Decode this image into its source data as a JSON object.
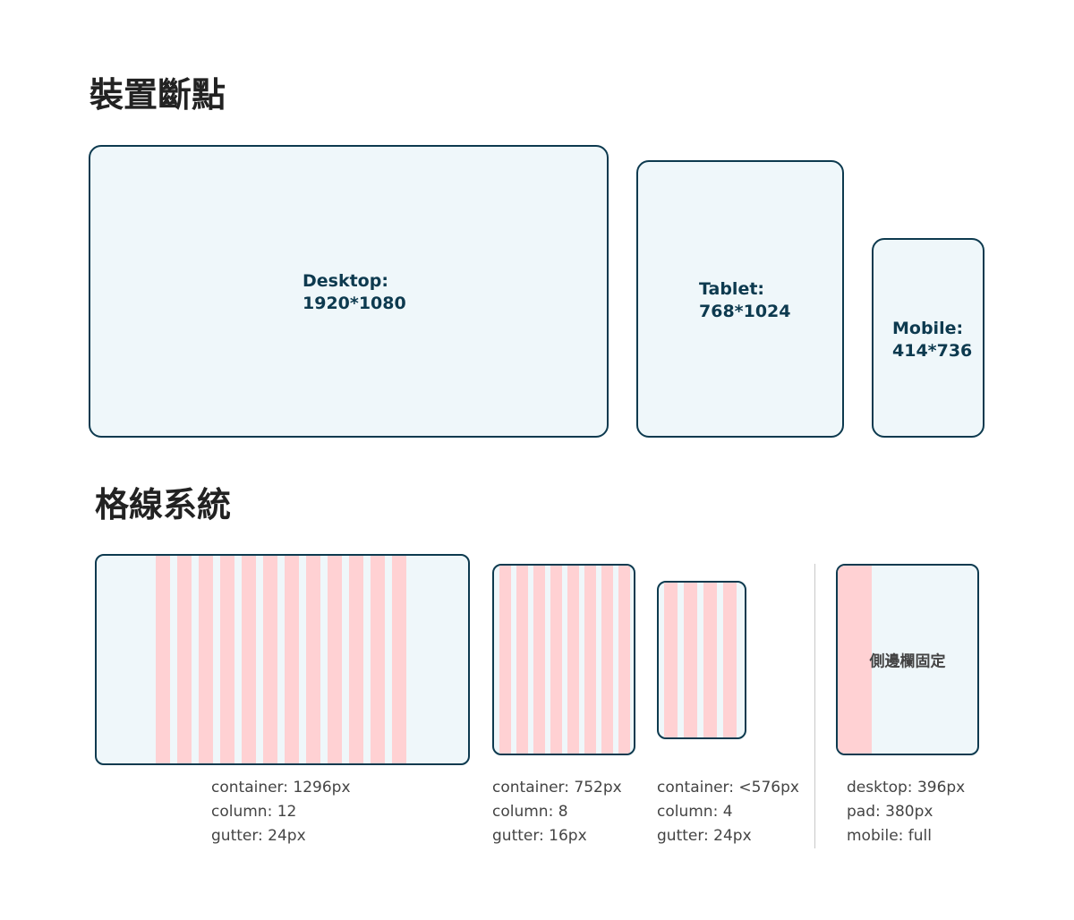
{
  "breakpoints": {
    "title": "裝置斷點",
    "devices": [
      {
        "name": "Desktop:",
        "size": "1920*1080"
      },
      {
        "name": "Tablet:",
        "size": "768*1024"
      },
      {
        "name": "Mobile:",
        "size": "414*736"
      }
    ]
  },
  "grid_system": {
    "title": "格線系統",
    "grids": [
      {
        "column_count": 12,
        "specs": [
          "container: 1296px",
          "column: 12",
          "gutter: 24px"
        ]
      },
      {
        "column_count": 8,
        "specs": [
          "container: 752px",
          "column: 8",
          "gutter: 16px"
        ]
      },
      {
        "column_count": 4,
        "specs": [
          "container: <576px",
          "column: 4",
          "gutter: 24px"
        ]
      }
    ],
    "sidebar": {
      "label": "側邊欄固定",
      "specs": [
        "desktop: 396px",
        "pad: 380px",
        "mobile: full"
      ]
    }
  },
  "colors": {
    "border": "#0d3a4f",
    "box_fill": "#eff7fa",
    "column_fill": "#ffd1d3"
  }
}
